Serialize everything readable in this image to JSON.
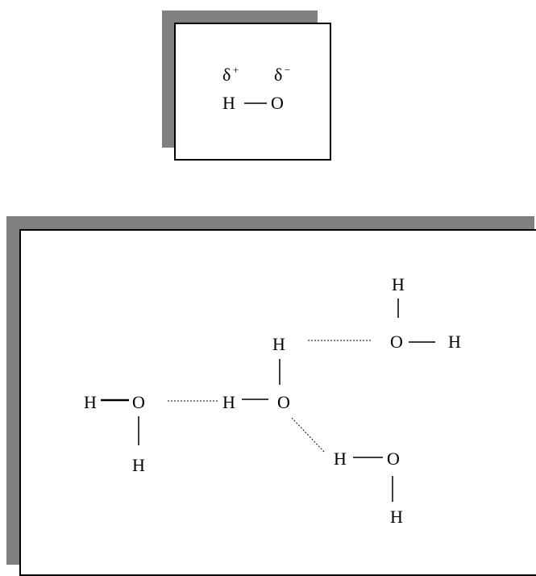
{
  "dipole": {
    "partial_positive": "δ",
    "positive_sign": "+",
    "partial_negative": "δ",
    "negative_sign": "−",
    "hydrogen": "H",
    "oxygen": "O"
  },
  "network": {
    "top_right_molecule": {
      "top_h": "H",
      "o": "O",
      "right_h": "H"
    },
    "center_molecule": {
      "top_h": "H",
      "left_h": "H",
      "o": "O"
    },
    "left_molecule": {
      "left_h": "H",
      "o": "O",
      "bottom_h": "H"
    },
    "bottom_right_molecule": {
      "left_h": "H",
      "o": "O",
      "bottom_h": "H"
    }
  },
  "colors": {
    "shadow": "#808080",
    "frame_border": "#000000",
    "background": "#ffffff"
  }
}
